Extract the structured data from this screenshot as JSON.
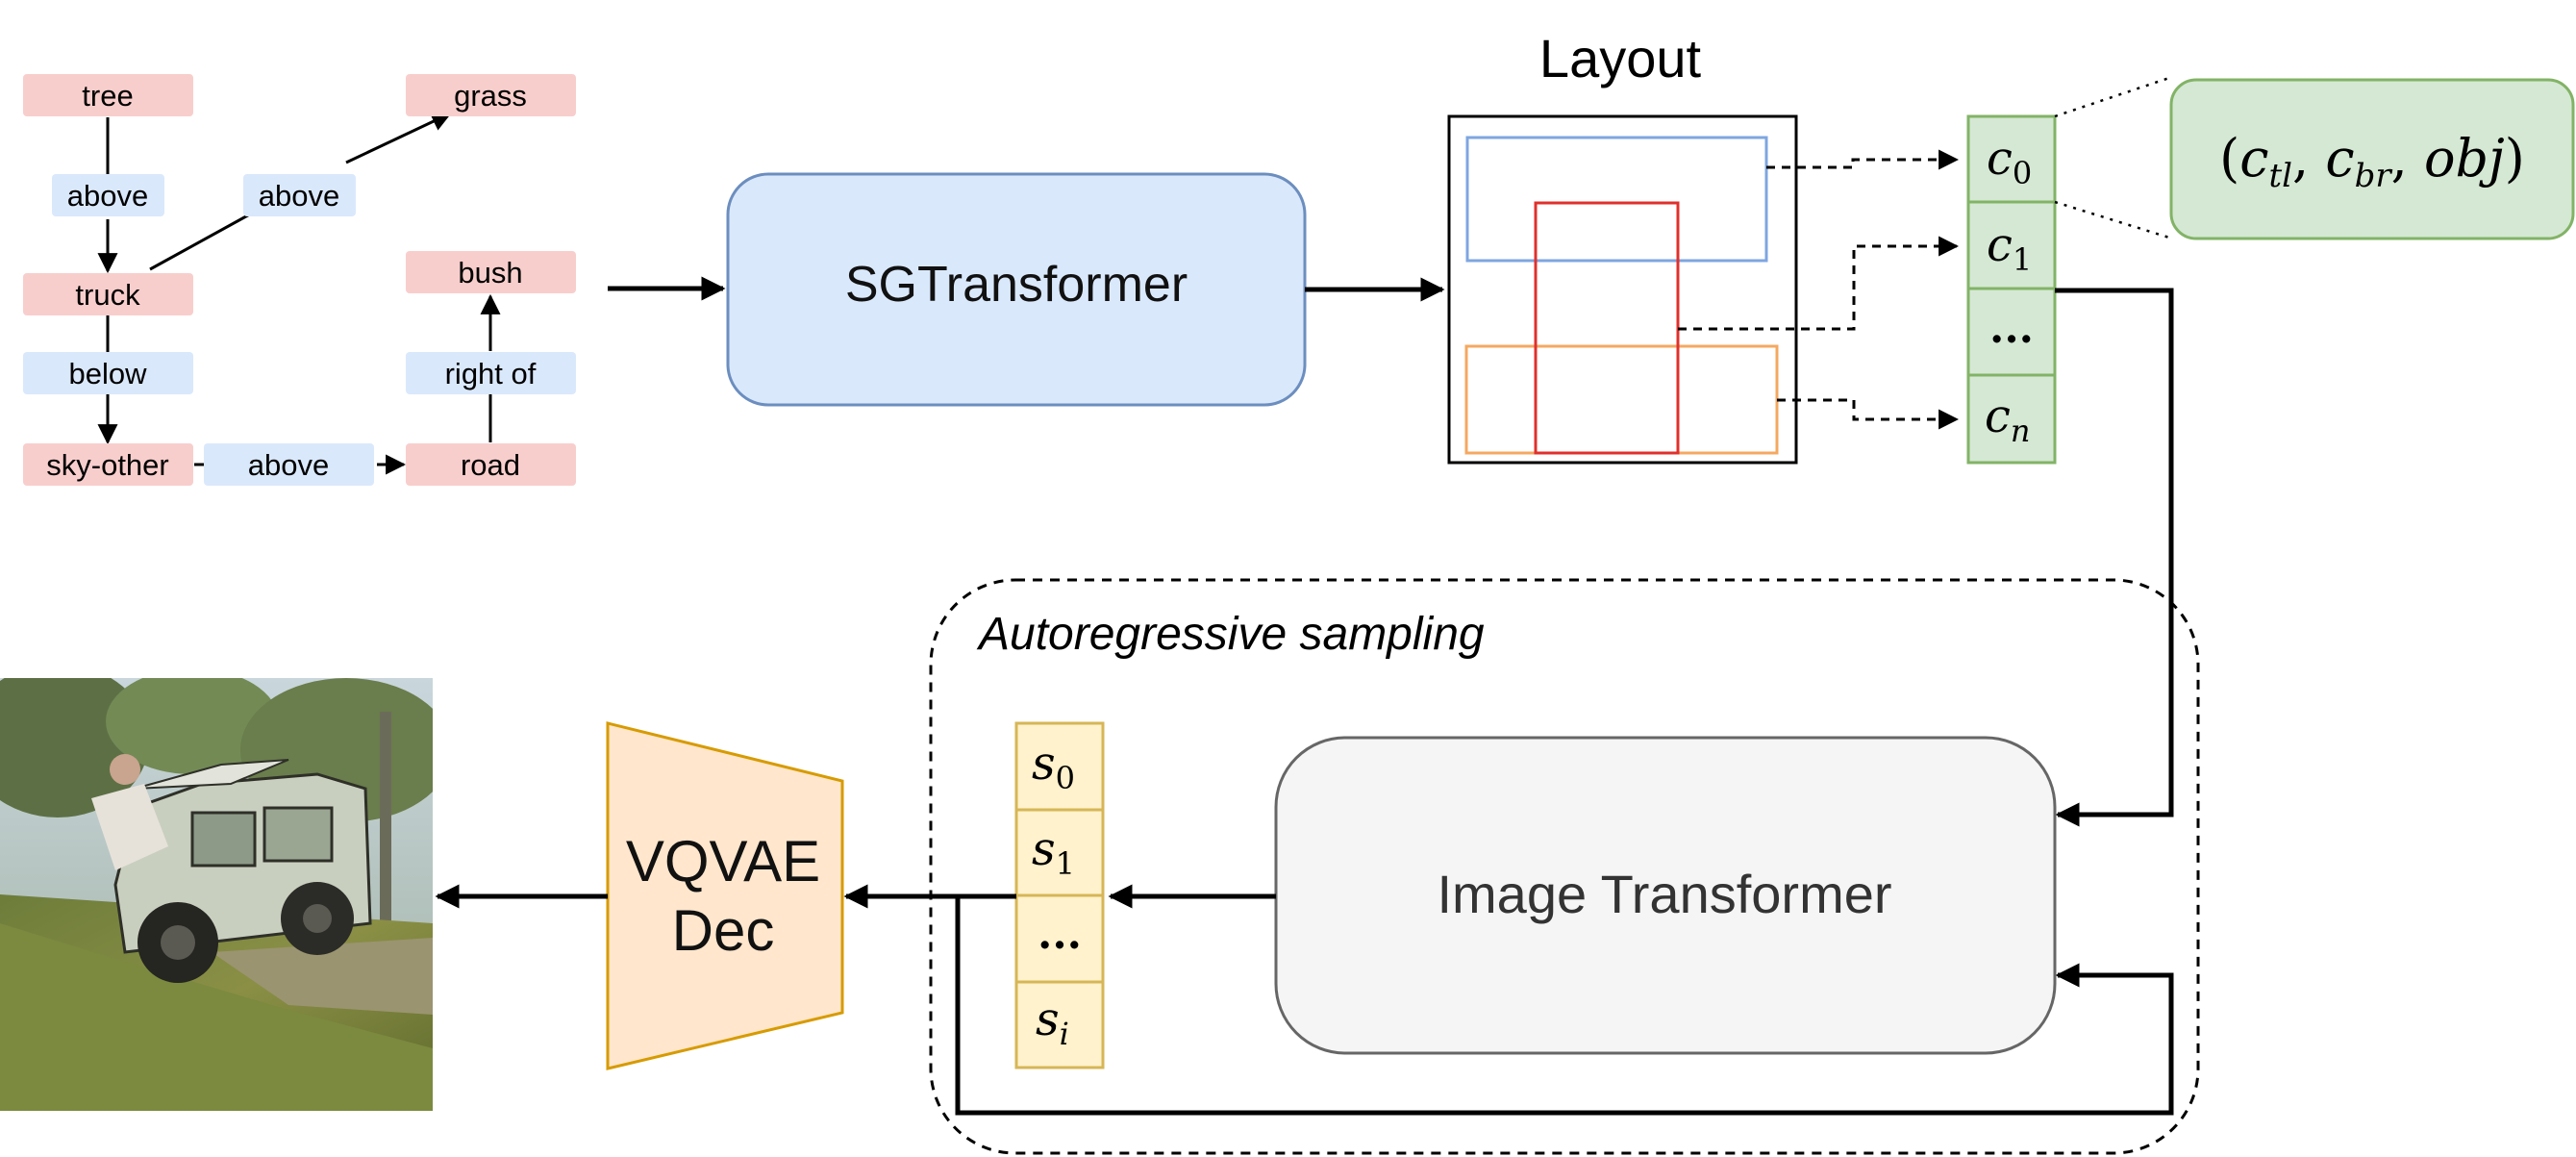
{
  "scene_graph": {
    "nodes": {
      "tree": "tree",
      "grass": "grass",
      "truck": "truck",
      "bush": "bush",
      "sky_other": "sky-other",
      "road": "road"
    },
    "relations": {
      "tree_above_truck": "above",
      "truck_above_grass": "above",
      "truck_below_sky": "below",
      "road_rightof_bush": "right of",
      "sky_above_road": "above"
    }
  },
  "sgtransformer": {
    "label": "SGTransformer"
  },
  "layout": {
    "title": "Layout"
  },
  "layout_tokens": {
    "c0": {
      "base": "c",
      "sub": "0"
    },
    "c1": {
      "base": "c",
      "sub": "1"
    },
    "dots": "...",
    "cn": {
      "base": "c",
      "sub": "n"
    }
  },
  "token_detail": {
    "open": "(",
    "c1": "c",
    "c1_sub": "tl",
    "comma1": ", ",
    "c2": "c",
    "c2_sub": "br",
    "comma2": ", ",
    "obj": "obj",
    "close": ")"
  },
  "sampling": {
    "label": "Autoregressive sampling"
  },
  "image_transformer": {
    "label": "Image Transformer"
  },
  "sample_tokens": {
    "s0": {
      "base": "s",
      "sub": "0"
    },
    "s1": {
      "base": "s",
      "sub": "1"
    },
    "dots": "...",
    "si": {
      "base": "s",
      "sub": "i"
    }
  },
  "vqvae": {
    "line1": "VQVAE",
    "line2": "Dec"
  },
  "colors": {
    "node_fill": "#f8cecc",
    "relation_fill": "#dae8fc",
    "sgtransformer_fill": "#dae8fc",
    "sgtransformer_stroke": "#6c8ebf",
    "layout_blue": "#7ea6e0",
    "layout_red": "#e0302c",
    "layout_orange": "#f5a860",
    "token_fill": "#d5e8d4",
    "token_stroke": "#82b366",
    "image_transformer_fill": "#f5f5f5",
    "image_transformer_stroke": "#666666",
    "sample_fill": "#fff2cc",
    "sample_stroke": "#d6b656",
    "vqvae_fill": "#ffe6cc",
    "vqvae_stroke": "#d79b00"
  },
  "output_image": {
    "icon": "generated-image-truck-scene"
  }
}
